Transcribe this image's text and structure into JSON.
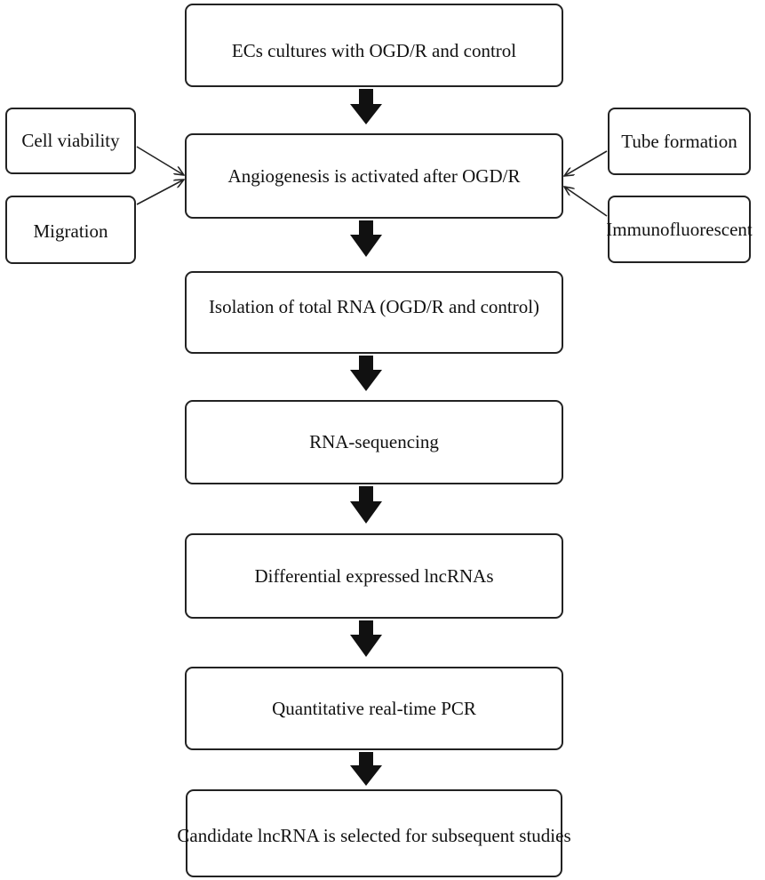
{
  "steps": [
    "ECs cultures with OGD/R and control",
    "Angiogenesis is activated after OGD/R",
    "Isolation of total RNA (OGD/R and control)",
    "RNA-sequencing",
    "Differential expressed lncRNAs",
    "Quantitative real-time PCR",
    "Candidate lncRNA is selected for subsequent studies"
  ],
  "left_assays": [
    "Cell viability",
    "Migration"
  ],
  "right_assays": [
    "Tube formation",
    "Immunofluorescent"
  ]
}
